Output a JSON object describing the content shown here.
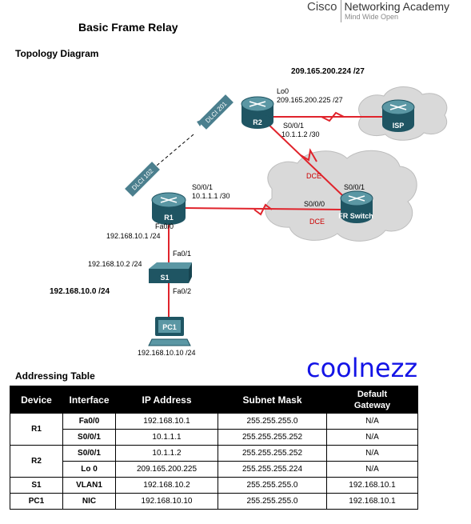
{
  "header": {
    "brand_cisco": "Cisco",
    "brand_academy": "Networking Academy",
    "brand_tagline": "Mind Wide Open",
    "title": "Basic Frame Relay"
  },
  "topology": {
    "section_title": "Topology Diagram",
    "isp_network": "209.165.200.224 /27",
    "r2_lo0_name": "Lo0",
    "r2_lo0_addr": "209.165.200.225 /27",
    "r2_s001_name": "S0/0/1",
    "r2_s001_addr": "10.1.1.2 /30",
    "r1_s001_name": "S0/0/1",
    "r1_s001_addr": "10.1.1.1 /30",
    "r1_fa00_name": "Fa0/0",
    "r1_fa00_addr": "192.168.10.1 /24",
    "fr_s001": "S0/0/1",
    "fr_s000": "S0/0/0",
    "dce_top": "DCE",
    "dce_bottom": "DCE",
    "dlci_201": "DLCI 201",
    "dlci_102": "DLCI 102",
    "s1_fa01": "Fa0/1",
    "s1_fa02": "Fa0/2",
    "s1_addr": "192.168.10.2 /24",
    "lan_network": "192.168.10.0 /24",
    "pc1_addr": "192.168.10.10 /24",
    "devices": {
      "r2": "R2",
      "isp": "ISP",
      "r1": "R1",
      "fr_switch": "FR Switch",
      "s1": "S1",
      "pc1": "PC1"
    }
  },
  "watermark": "coolnezz",
  "addressing": {
    "section_title": "Addressing Table",
    "headers": [
      "Device",
      "Interface",
      "IP Address",
      "Subnet Mask",
      "Default Gateway"
    ],
    "rows": [
      [
        "R1",
        "Fa0/0",
        "192.168.10.1",
        "255.255.255.0",
        "N/A"
      ],
      [
        "",
        "S0/0/1",
        "10.1.1.1",
        "255.255.255.252",
        "N/A"
      ],
      [
        "R2",
        "S0/0/1",
        "10.1.1.2",
        "255.255.255.252",
        "N/A"
      ],
      [
        "",
        "Lo 0",
        "209.165.200.225",
        "255.255.255.224",
        "N/A"
      ],
      [
        "S1",
        "VLAN1",
        "192.168.10.2",
        "255.255.255.0",
        "192.168.10.1"
      ],
      [
        "PC1",
        "NIC",
        "192.168.10.10",
        "255.255.255.0",
        "192.168.10.1"
      ]
    ]
  },
  "colors": {
    "link": "#e0242c",
    "device": "#2f6f7c",
    "cloud": "#d9d9d9",
    "watermark": "#1414e6"
  }
}
